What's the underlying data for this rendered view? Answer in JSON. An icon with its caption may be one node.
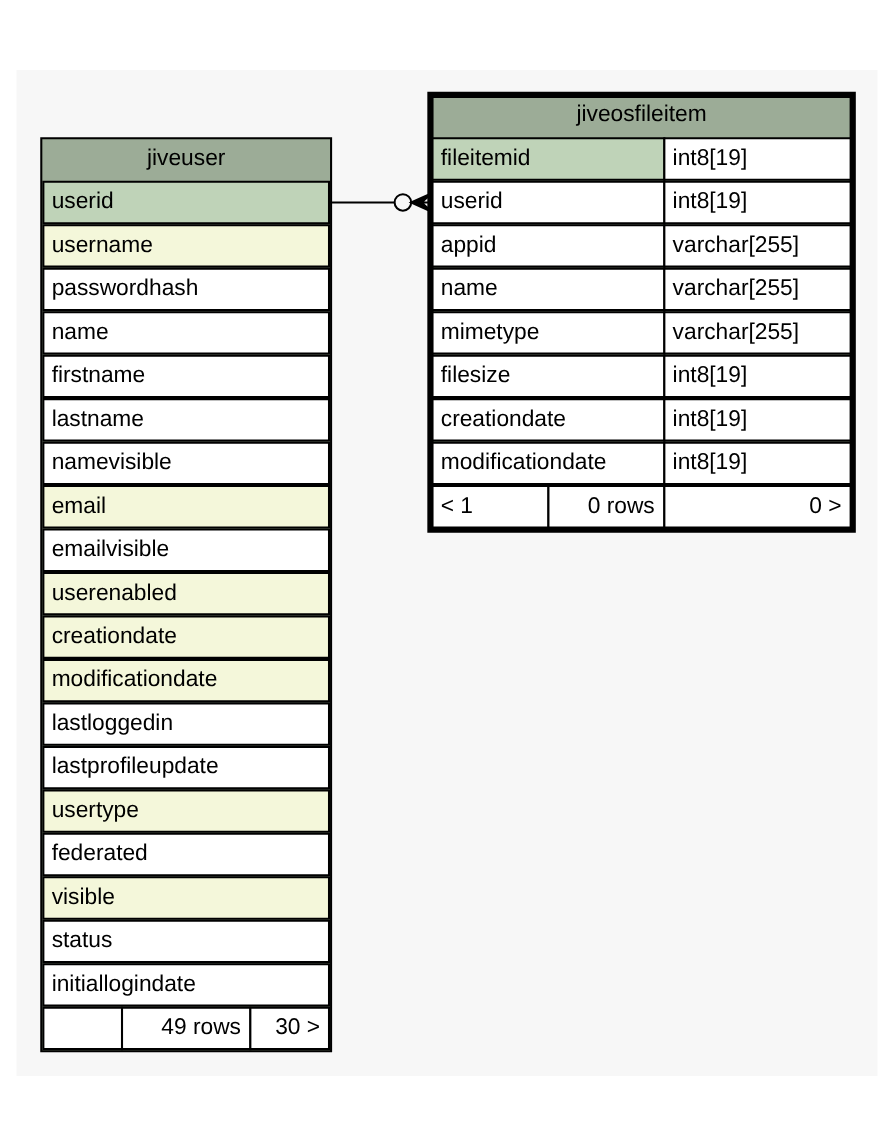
{
  "diagram": {
    "nodes": [
      {
        "text": [
          "jiveuser"
        ]
      },
      {
        "text": [
          "userid"
        ],
        "in": 0
      },
      {
        "text": [
          "username"
        ],
        "in": 0
      },
      {
        "text": [
          "passwordhash"
        ],
        "in": 0
      },
      {
        "text": [
          "name"
        ],
        "in": 0
      },
      {
        "text": [
          "firstname"
        ],
        "in": 0
      },
      {
        "text": [
          "lastname"
        ],
        "in": 0
      },
      {
        "text": [
          "namevisible"
        ],
        "in": 0
      },
      {
        "text": [
          "email"
        ],
        "in": 0
      },
      {
        "text": [
          "emailvisible"
        ],
        "in": 0
      },
      {
        "text": [
          "userenabled"
        ],
        "in": 0
      },
      {
        "text": [
          "creationdate"
        ],
        "in": 0
      },
      {
        "text": [
          "modificationdate"
        ],
        "in": 0
      },
      {
        "text": [
          "lastloggedin"
        ],
        "in": 0
      },
      {
        "text": [
          "lastprofileupdate"
        ],
        "in": 0
      },
      {
        "text": [
          "usertype"
        ],
        "in": 0
      },
      {
        "text": [
          "federated"
        ],
        "in": 0
      },
      {
        "text": [
          "visible"
        ],
        "in": 0
      },
      {
        "text": [
          "status"
        ],
        "in": 0
      },
      {
        "text": [
          "initiallogindate"
        ],
        "in": 0
      },
      {
        "text": [
          "49 rows",
          "30 >"
        ],
        "in": 0
      },
      {
        "text": [
          "jiveosfileitem"
        ]
      },
      {
        "text": [
          "fileitemid",
          "int8[19]"
        ],
        "in": 21
      },
      {
        "text": [
          "userid",
          "int8[19]"
        ],
        "in": 21
      },
      {
        "text": [
          "appid",
          "varchar[255]"
        ],
        "in": 21
      },
      {
        "text": [
          "name",
          "varchar[255]"
        ],
        "in": 21
      },
      {
        "text": [
          "mimetype",
          "varchar[255]"
        ],
        "in": 21
      },
      {
        "text": [
          "filesize",
          "int8[19]"
        ],
        "in": 21
      },
      {
        "text": [
          "creationdate",
          "int8[19]"
        ],
        "in": 21
      },
      {
        "text": [
          "modificationdate",
          "int8[19]"
        ],
        "in": 21
      },
      {
        "text": [
          "< 1",
          "0 rows",
          "0 >"
        ],
        "in": 21
      }
    ],
    "edges": [
      {
        "from": 1,
        "to": 23,
        "arrow": "other"
      }
    ]
  }
}
